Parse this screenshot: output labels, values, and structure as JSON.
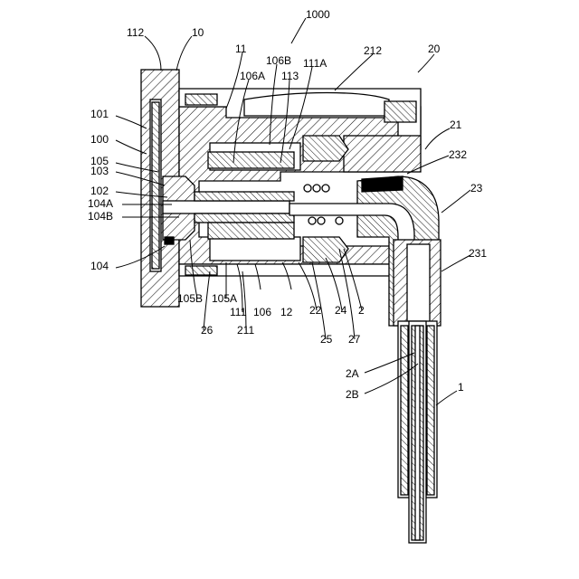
{
  "figure": {
    "labels": {
      "l1000": "1000",
      "l112": "112",
      "l10": "10",
      "l11": "11",
      "l106B": "106B",
      "l111A": "111A",
      "l212": "212",
      "l20": "20",
      "l106A": "106A",
      "l113": "113",
      "l101": "101",
      "l21": "21",
      "l100": "100",
      "l105": "105",
      "l103": "103",
      "l232": "232",
      "l102": "102",
      "l104A": "104A",
      "l104B": "104B",
      "l23": "23",
      "l104": "104",
      "l231": "231",
      "l105B": "105B",
      "l105A": "105A",
      "l111": "111",
      "l106": "106",
      "l12": "12",
      "l22": "22",
      "l24": "24",
      "l2": "2",
      "l26": "26",
      "l211": "211",
      "l25": "25",
      "l27": "27",
      "l2A": "2A",
      "l2B": "2B",
      "l1": "1"
    }
  }
}
